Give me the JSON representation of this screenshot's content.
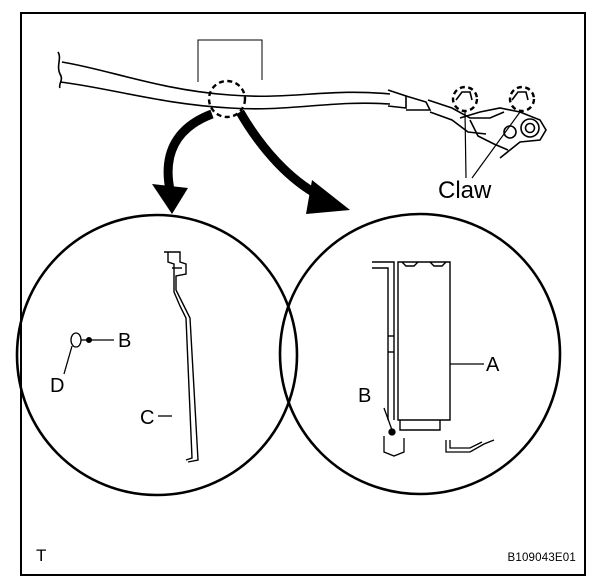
{
  "labels": {
    "claw": "Claw",
    "a": "A",
    "b_left": "B",
    "b_right": "B",
    "c": "C",
    "d": "D"
  },
  "footer": {
    "view_mark": "T",
    "figure_code": "B109043E01"
  }
}
